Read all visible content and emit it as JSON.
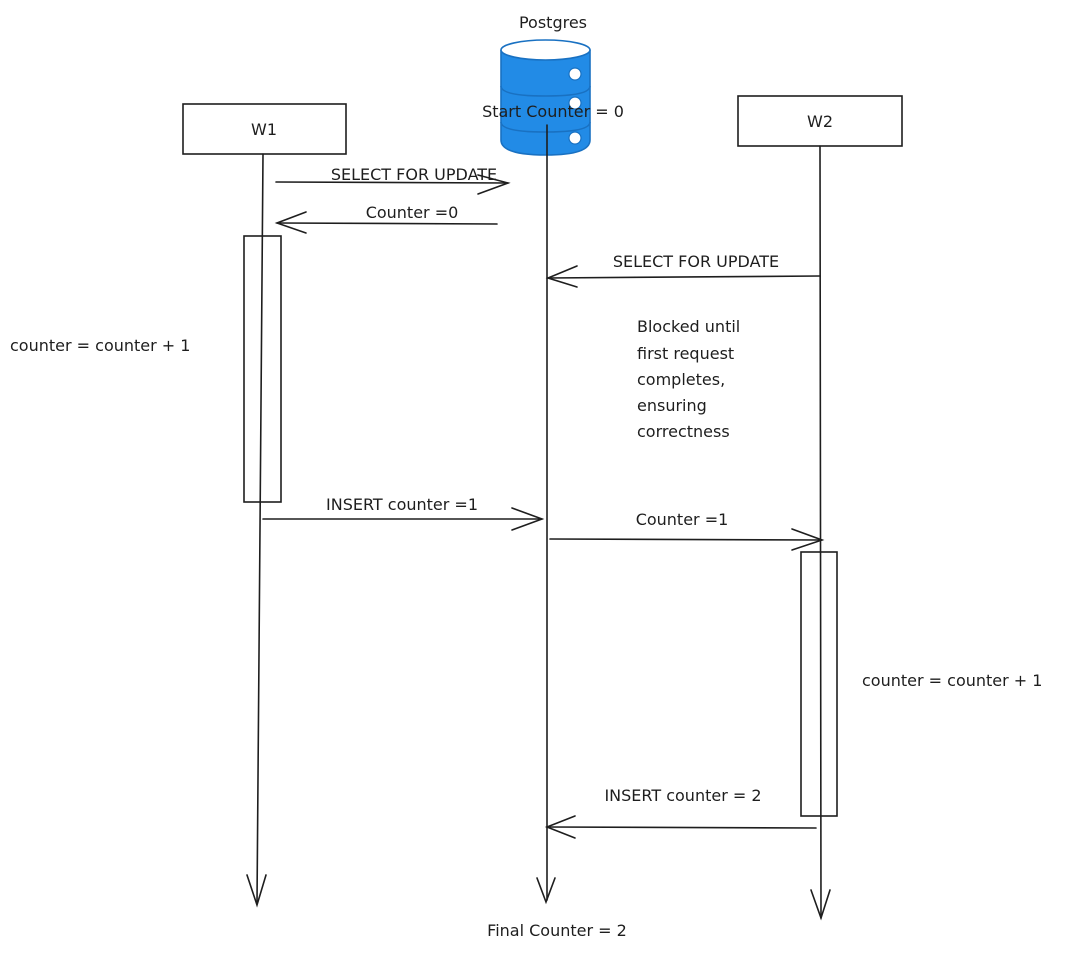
{
  "database": {
    "title": "Postgres",
    "start_label": "Start Counter = 0",
    "final_label": "Final Counter = 2",
    "color": "#1971c2",
    "fill_color": "#228be6"
  },
  "participants": [
    {
      "id": "w1",
      "label": "W1"
    },
    {
      "id": "w2",
      "label": "W2"
    }
  ],
  "messages": [
    {
      "from": "W1",
      "to": "Postgres",
      "label": "SELECT FOR UPDATE"
    },
    {
      "from": "Postgres",
      "to": "W1",
      "label": "Counter =0"
    },
    {
      "from": "W2",
      "to": "Postgres",
      "label": "SELECT FOR UPDATE"
    },
    {
      "from": "W1",
      "to": "Postgres",
      "label": "INSERT counter =1"
    },
    {
      "from": "Postgres",
      "to": "W2",
      "label": "Counter =1"
    },
    {
      "from": "W2",
      "to": "Postgres",
      "label": "INSERT counter = 2"
    }
  ],
  "notes": {
    "w1_activation": "counter = counter + 1",
    "w2_activation": "counter = counter + 1",
    "blocked": [
      "Blocked until",
      "first request",
      "completes,",
      "ensuring",
      "correctness"
    ]
  }
}
